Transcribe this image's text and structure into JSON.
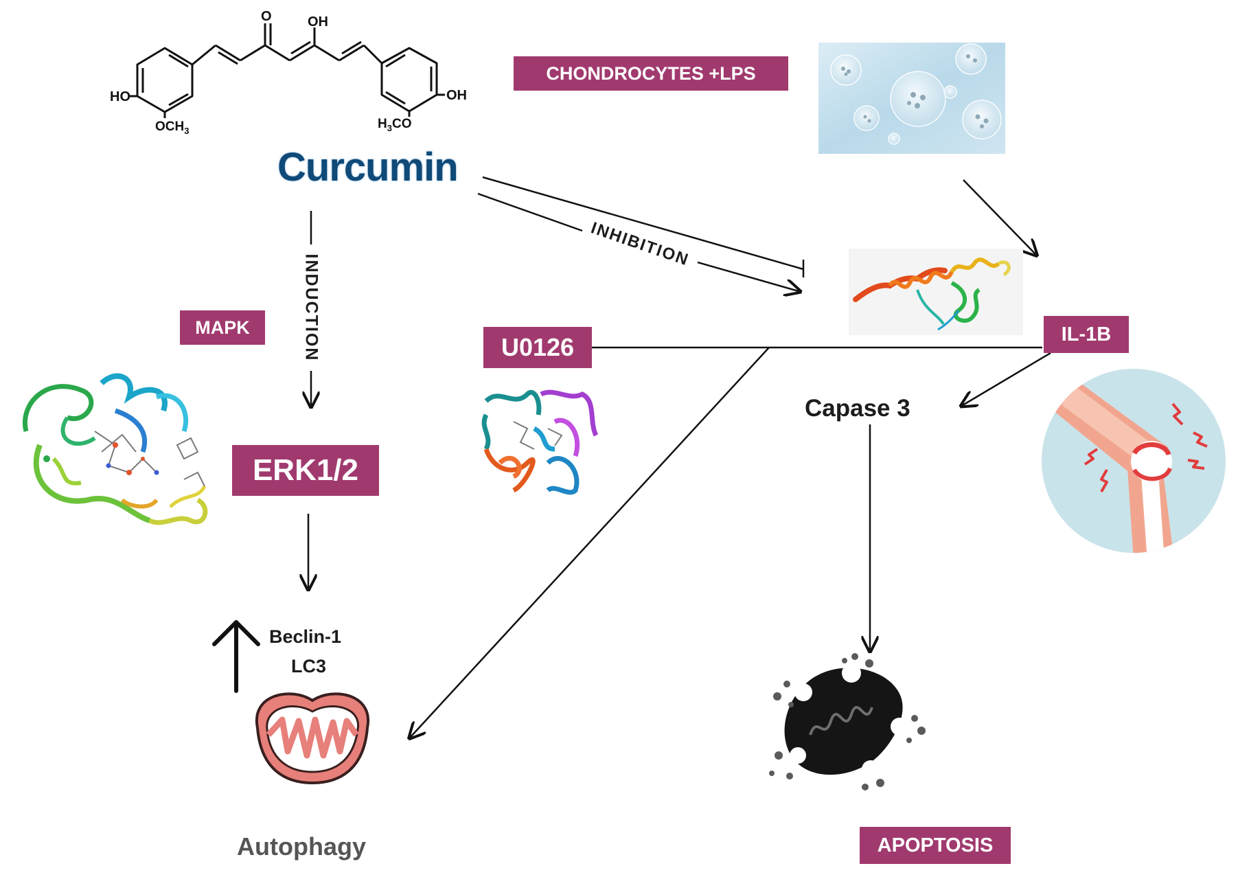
{
  "nodes": {
    "curcumin": "Curcumin",
    "chondrocytes": "CHONDROCYTES +LPS",
    "mapk": "MAPK",
    "erk": "ERK1/2",
    "u0126": "U0126",
    "il1b": "IL-1B",
    "caspase": "Capase 3",
    "beclin": "Beclin-1",
    "lc3": "LC3",
    "autophagy": "Autophagy",
    "apoptosis": "APOPTOSIS"
  },
  "edges": {
    "induction": "INDUCTION",
    "inhibition": "INHIBITION"
  },
  "chem_labels": {
    "o": "O",
    "oh": "OH",
    "ho_left": "HO",
    "oh_right": "OH",
    "och3": "OCH",
    "h3co_h": "H",
    "h3co_co": "CO",
    "sub3": "3"
  },
  "colors": {
    "tag_bg": "#a03a6e",
    "curcumin_text": "#0f4a78",
    "arrow": "#111111"
  },
  "icons": [
    "curcumin-structure",
    "chondrocyte-cells-image",
    "il1b-protein-structure",
    "mapk-protein-structure",
    "u0126-protein-structure",
    "inflamed-knee-icon",
    "mitochondrion-icon",
    "apoptotic-cell-icon"
  ]
}
